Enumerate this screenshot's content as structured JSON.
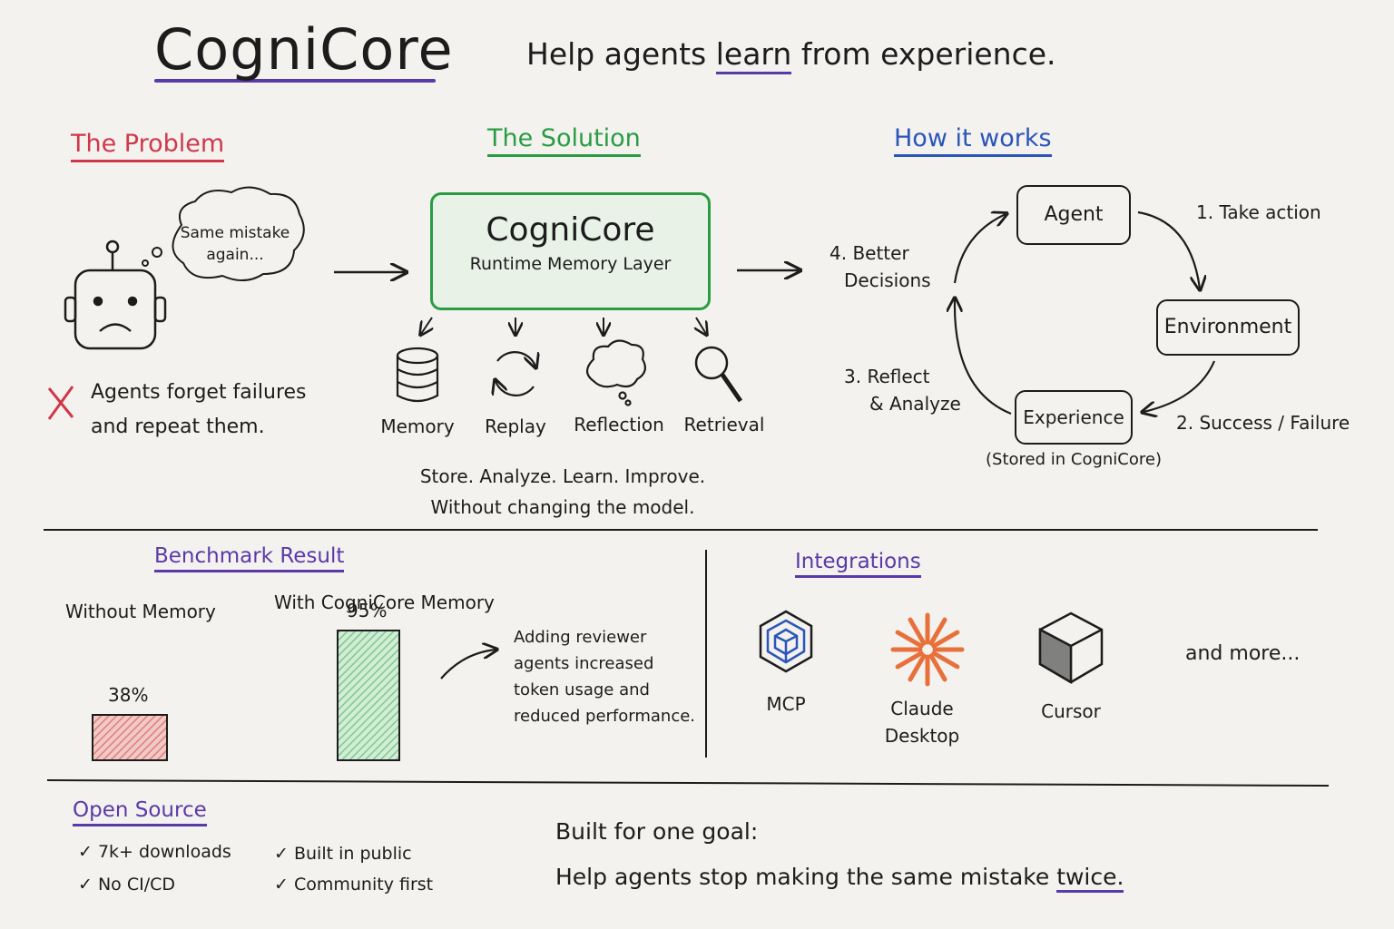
{
  "header": {
    "title": "CogniCore",
    "tagline_pre": "Help agents ",
    "tagline_em": "learn",
    "tagline_post": " from experience."
  },
  "problem": {
    "heading": "The Problem",
    "thought": "Same mistake again...",
    "statement_line1": "Agents forget failures",
    "statement_line2": "and repeat them."
  },
  "solution": {
    "heading": "The Solution",
    "box_title": "CogniCore",
    "box_subtitle": "Runtime Memory Layer",
    "components": [
      {
        "label": "Memory",
        "icon": "database-icon"
      },
      {
        "label": "Replay",
        "icon": "replay-icon"
      },
      {
        "label": "Reflection",
        "icon": "cloud-icon"
      },
      {
        "label": "Retrieval",
        "icon": "magnifier-icon"
      }
    ],
    "caption_line1": "Store. Analyze. Learn. Improve.",
    "caption_line2": "Without changing the model."
  },
  "how": {
    "heading": "How it works",
    "nodes": {
      "agent": "Agent",
      "environment": "Environment",
      "experience": "Experience"
    },
    "steps": {
      "s1": "1. Take action",
      "s2": "2. Success / Failure",
      "s3_line1": "3. Reflect",
      "s3_line2": "& Analyze",
      "s4_line1": "4. Better",
      "s4_line2": "Decisions"
    },
    "stored_note": "(Stored in CogniCore)"
  },
  "benchmark": {
    "heading": "Benchmark Result",
    "note_lines": [
      "Adding reviewer",
      "agents increased",
      "token usage and",
      "reduced performance."
    ]
  },
  "chart_data": {
    "type": "bar",
    "categories": [
      "Without Memory",
      "With CogniCore Memory"
    ],
    "values": [
      38,
      95
    ],
    "value_labels": [
      "38%",
      "95%"
    ],
    "ylim": [
      0,
      100
    ],
    "colors": [
      "#e07d7d",
      "#7cc98d"
    ]
  },
  "integrations": {
    "heading": "Integrations",
    "items": [
      {
        "label_line1": "MCP",
        "label_line2": "",
        "icon": "mcp-icon"
      },
      {
        "label_line1": "Claude",
        "label_line2": "Desktop",
        "icon": "claude-icon"
      },
      {
        "label_line1": "Cursor",
        "label_line2": "",
        "icon": "cursor-icon"
      }
    ],
    "more": "and more..."
  },
  "open_source": {
    "heading": "Open Source",
    "items": [
      "7k+ downloads",
      "No CI/CD",
      "Built in public",
      "Community first"
    ]
  },
  "goal": {
    "line1": "Built for one goal:",
    "line2_pre": "Help agents stop making the same mistake ",
    "line2_em": "twice."
  },
  "colors": {
    "red": "#d1374a",
    "green": "#2a9c44",
    "blue": "#2b55b8",
    "purple": "#5a3aa7",
    "orange": "#e8703a",
    "ink": "#1c1c1c"
  }
}
